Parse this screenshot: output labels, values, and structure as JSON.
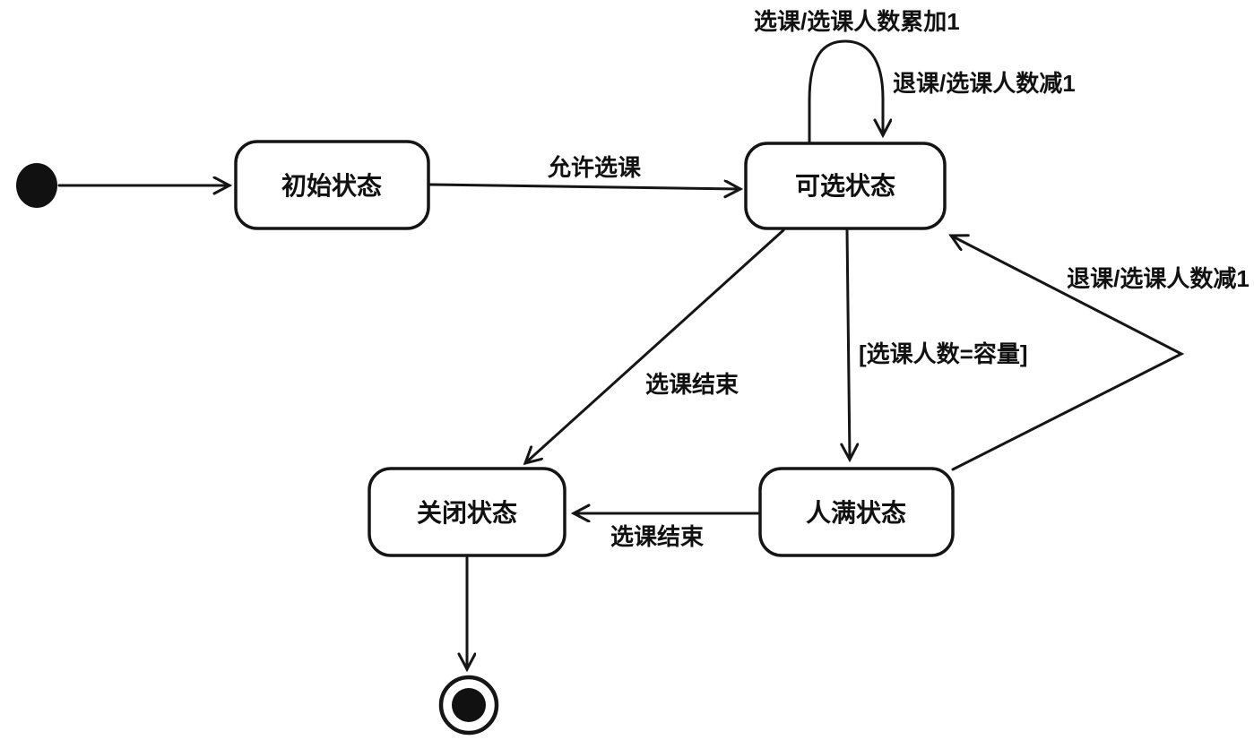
{
  "diagram": {
    "type": "uml-state-diagram",
    "background_color": "#ffffff",
    "line_color": "#151515",
    "text_color": "#111111",
    "nodes": {
      "initial_marker": {
        "icon": "filled-circle",
        "label": ""
      },
      "initial_state": {
        "label": "初始状态"
      },
      "selectable_state": {
        "label": "可选状态"
      },
      "closed_state": {
        "label": "关闭状态"
      },
      "full_state": {
        "label": "人满状态"
      },
      "final_marker": {
        "icon": "bullseye-circle",
        "label": ""
      }
    },
    "edges": {
      "start_to_initial": {
        "label": ""
      },
      "allow_selection": {
        "label": "允许选课"
      },
      "self_loop_select": {
        "label": "选课/选课人数累加1"
      },
      "self_loop_drop": {
        "label": "退课/选课人数减1"
      },
      "selection_end_from_selectable": {
        "label": "选课结束"
      },
      "capacity_guard": {
        "label": "[选课人数=容量]"
      },
      "drop_from_full": {
        "label": "退课/选课人数减1"
      },
      "selection_end_from_full": {
        "label": "选课结束"
      },
      "closed_to_final": {
        "label": ""
      }
    }
  }
}
